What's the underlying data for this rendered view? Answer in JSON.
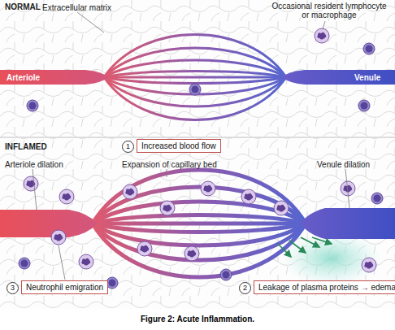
{
  "diagram": {
    "caption": "Figure 2: Acute Inflammation.",
    "nodes": [
      {
        "text": [
          "1"
        ]
      },
      {
        "text": [
          "Increased blood flow"
        ]
      },
      {
        "text": [
          "3"
        ]
      },
      {
        "text": [
          "Neutrophil emigration"
        ]
      },
      {
        "text": [
          "2"
        ]
      },
      {
        "text": [
          "Leakage of plasma proteins → edema"
        ]
      }
    ],
    "labels": [
      "NORMAL",
      "Extracellular matrix",
      "Occasional resident lymphocyte or macrophage",
      "Arteriole",
      "Venule",
      "INFLAMED",
      "Arteriole dilation",
      "Expansion of capillary bed",
      "Venule dilation"
    ]
  }
}
